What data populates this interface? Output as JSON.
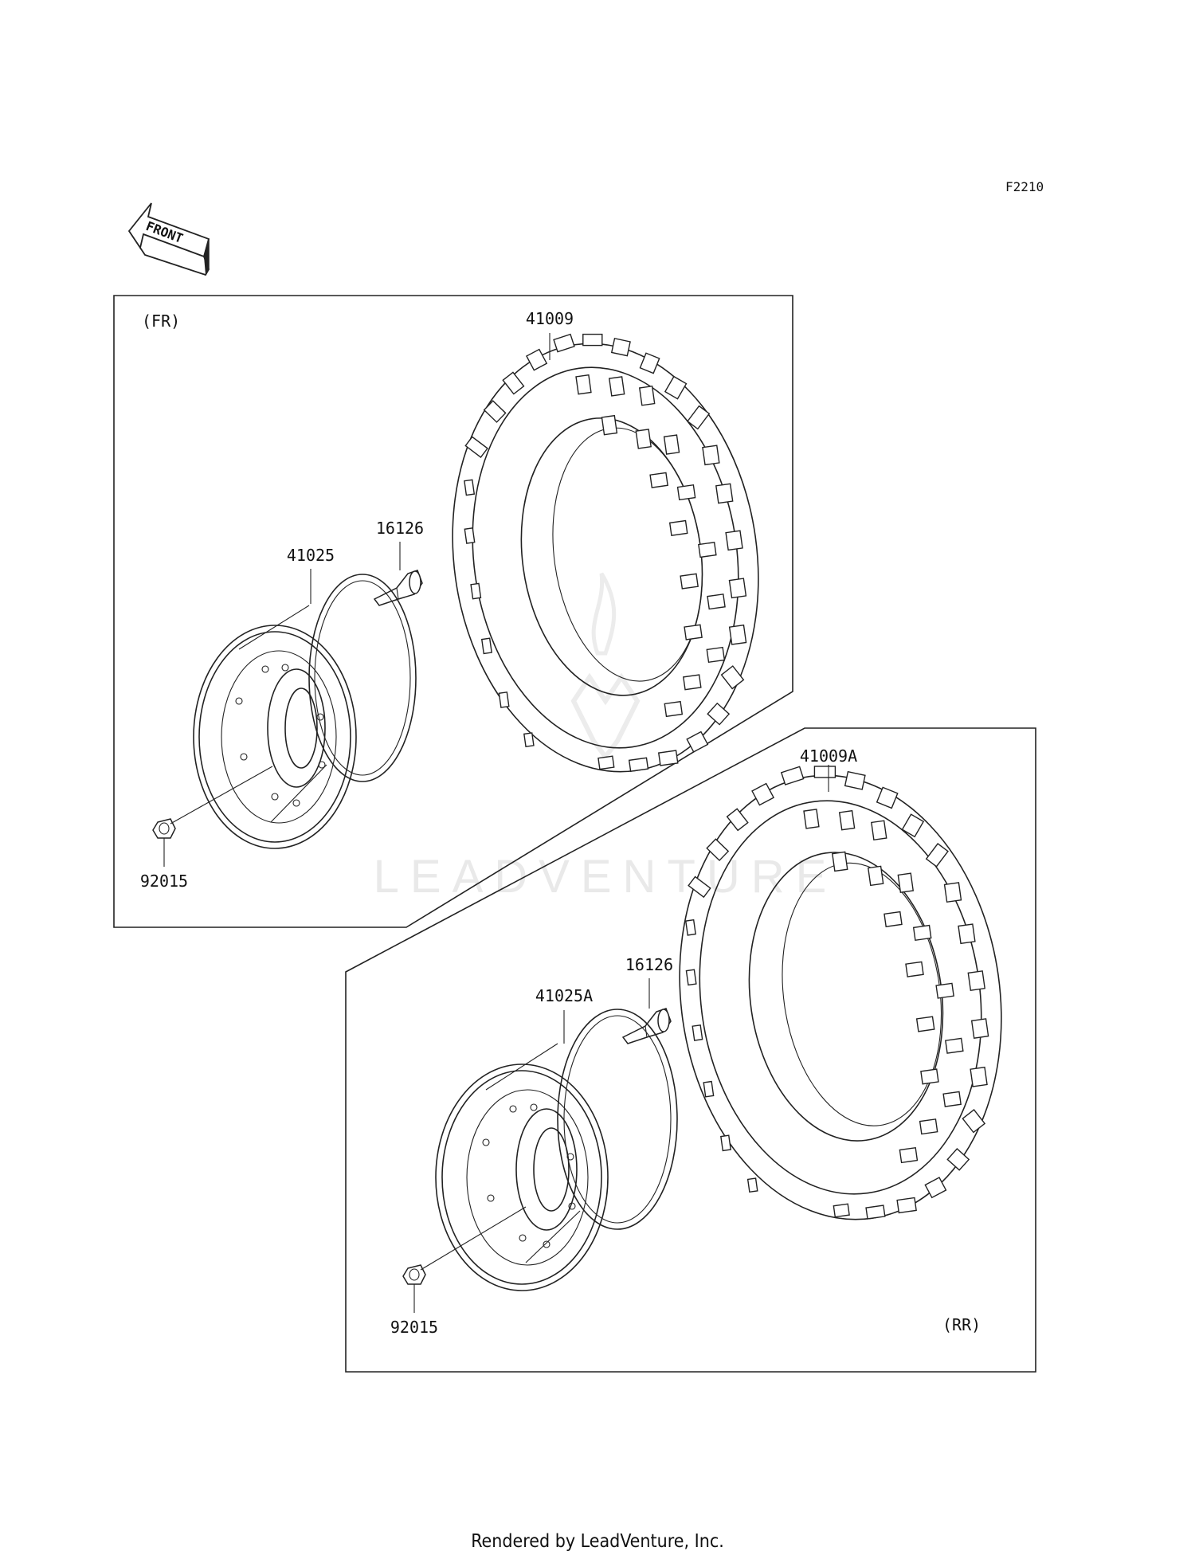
{
  "diagram": {
    "code": "F2210",
    "front_arrow_label": "FRONT",
    "watermark": "LEADVENTURE",
    "front_group": {
      "label": "(FR)",
      "parts": {
        "tire": "41009",
        "valve": "16126",
        "wheel": "41025",
        "nut": "92015"
      }
    },
    "rear_group": {
      "label": "(RR)",
      "parts": {
        "tire": "41009A",
        "valve": "16126",
        "wheel": "41025A",
        "nut": "92015"
      }
    }
  },
  "footer": {
    "text": "Rendered by LeadVenture, Inc."
  }
}
